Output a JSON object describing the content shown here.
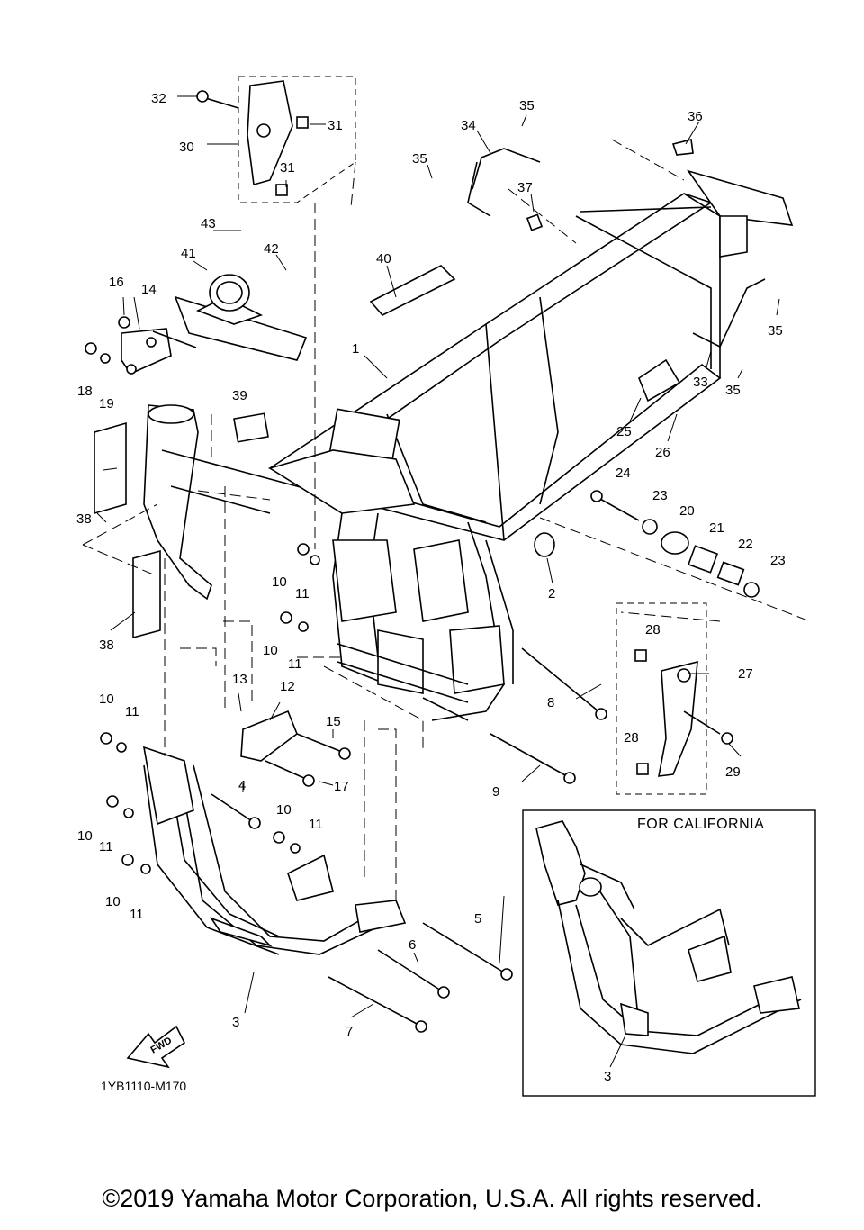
{
  "diagram": {
    "inset_title": "FOR CALIFORNIA",
    "drawing_code": "1YB1110-M170",
    "fwd_label": "FWD",
    "labels": [
      "1",
      "2",
      "3",
      "4",
      "5",
      "6",
      "7",
      "8",
      "9",
      "10",
      "11",
      "12",
      "13",
      "14",
      "15",
      "16",
      "17",
      "18",
      "19",
      "20",
      "21",
      "22",
      "23",
      "24",
      "25",
      "26",
      "27",
      "28",
      "29",
      "30",
      "31",
      "32",
      "33",
      "34",
      "35",
      "36",
      "37",
      "38",
      "39",
      "40",
      "41",
      "42",
      "43"
    ]
  },
  "footer": {
    "copyright": "©2019 Yamaha Motor Corporation, U.S.A. All rights reserved."
  }
}
